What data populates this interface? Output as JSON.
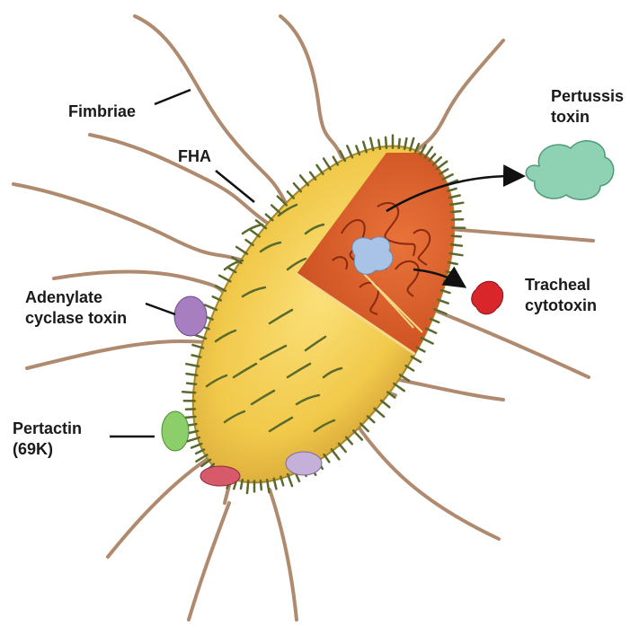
{
  "labels": {
    "fimbriae": "Fimbriae",
    "fha": "FHA",
    "adenylate_line1": "Adenylate",
    "adenylate_line2": "cyclase toxin",
    "pertactin_line1": "Pertactin",
    "pertactin_line2": "(69K)",
    "pertussis_line1": "Pertussis",
    "pertussis_line2": "toxin",
    "tracheal_line1": "Tracheal",
    "tracheal_line2": "cytotoxin"
  },
  "colors": {
    "cell_body": "#f1c94a",
    "cell_outline": "#a9882a",
    "cytoplasm": "#d9541f",
    "flagella": "#b08a6e",
    "surface_spikes": "#5a6a2c",
    "pertussis_toxin": "#8fd2b3",
    "tracheal_cytotoxin": "#d8262b",
    "adenylate_cyclase_toxin": "#a77fc0",
    "pertactin": "#8ccf6a",
    "inner_blob": "#a9c3e6"
  }
}
